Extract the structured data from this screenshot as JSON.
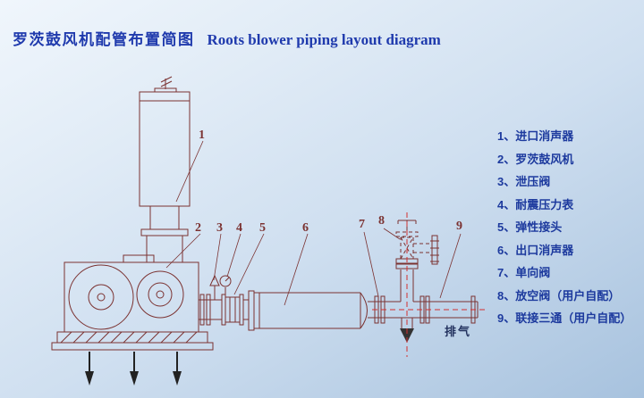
{
  "title": {
    "zh": "罗茨鼓风机配管布置简图",
    "en": "Roots blower piping layout diagram"
  },
  "legend": {
    "items": [
      {
        "text": "1、进口消声器"
      },
      {
        "text": "2、罗茨鼓风机"
      },
      {
        "text": "3、泄压阀"
      },
      {
        "text": "4、耐震压力表"
      },
      {
        "text": "5、弹性接头"
      },
      {
        "text": "6、出口消声器"
      },
      {
        "text": "7、单向阀"
      },
      {
        "text": "8、放空阀（用户自配）"
      },
      {
        "text": "9、联接三通（用户自配）"
      }
    ]
  },
  "diagram": {
    "callouts": [
      "1",
      "2",
      "3",
      "4",
      "5",
      "6",
      "7",
      "8",
      "9"
    ],
    "exhaust_label": "排气"
  },
  "colors": {
    "title_blue": "#1f3aad",
    "legend_blue": "#1d3a9e",
    "line_maroon": "#7b3231",
    "dashed_red": "#d32f2f",
    "background_light": "#f0f6fc",
    "background_dark": "#a7c2de"
  }
}
